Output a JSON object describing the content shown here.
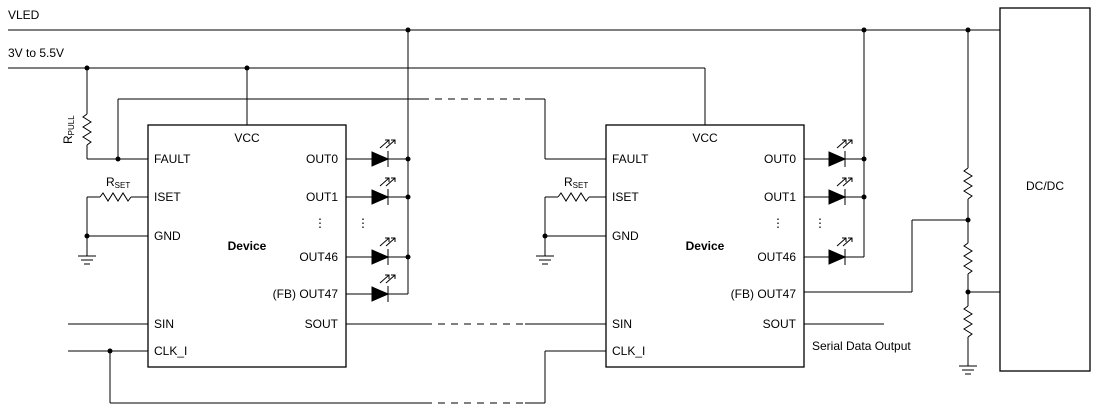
{
  "rails": {
    "vled": "VLED",
    "vin": "3V to 5.5V"
  },
  "rpull": {
    "main": "R",
    "sub": "PULL"
  },
  "rset": {
    "main": "R",
    "sub": "SET"
  },
  "device": {
    "title": "Device",
    "vcc": "VCC",
    "left_pins": [
      "FAULT",
      "ISET",
      "GND",
      "SIN",
      "CLK_I"
    ],
    "right_pins": [
      "OUT0",
      "OUT1",
      "OUT46",
      "(FB) OUT47",
      "SOUT"
    ],
    "ellipsis": "⋮"
  },
  "serial_output": "Serial Data Output",
  "dcdc": "DC/DC"
}
